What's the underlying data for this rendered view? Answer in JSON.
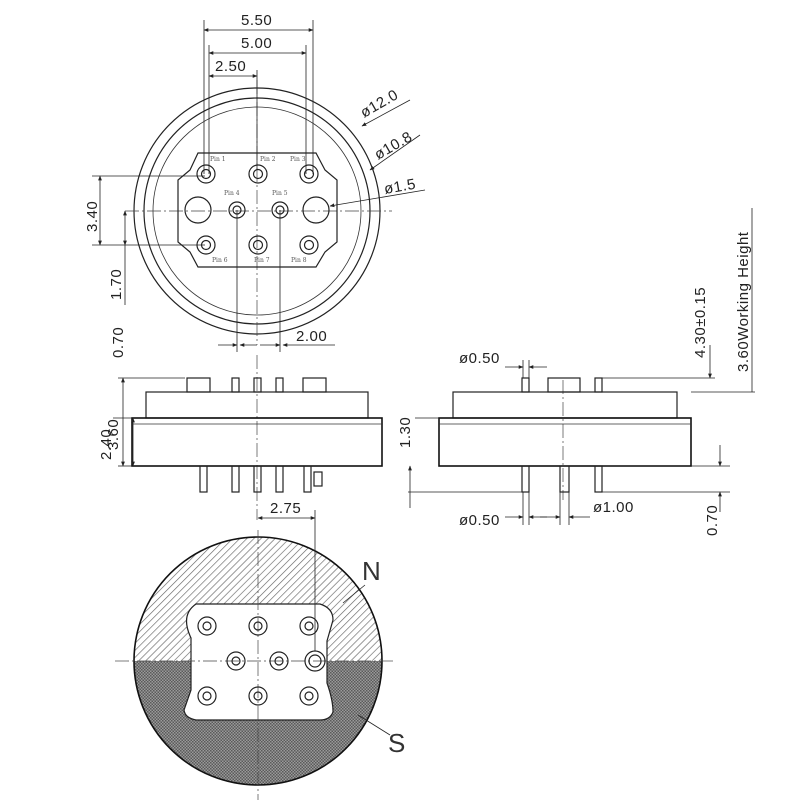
{
  "drawing": {
    "dimensions": {
      "d_5_50": "5.50",
      "d_5_00": "5.00",
      "d_2_50": "2.50",
      "d_phi_12_0": "ø12.0",
      "d_phi_10_8": "ø10.8",
      "d_phi_1_5": "ø1.5",
      "d_3_40": "3.40",
      "d_1_70": "1.70",
      "d_0_70_top": "0.70",
      "d_2_00": "2.00",
      "d_3_60": "3.60",
      "d_2_40": "2.40",
      "d_1_30": "1.30",
      "d_phi_0_50_top": "ø0.50",
      "d_phi_0_50_bottom": "ø0.50",
      "d_phi_1_00": "ø1.00",
      "d_0_70_right": "0.70",
      "d_4_30": "4.30±0.15",
      "d_3_60_working": "3.60Working Height",
      "d_2_75": "2.75"
    },
    "pins": {
      "pin1": "Pin 1",
      "pin2": "Pin 2",
      "pin3": "Pin 3",
      "pin4": "Pin 4",
      "pin5": "Pin 5",
      "pin6": "Pin 6",
      "pin7": "Pin 7",
      "pin8": "Pin 8"
    },
    "poles": {
      "north": "N",
      "south": "S"
    }
  }
}
